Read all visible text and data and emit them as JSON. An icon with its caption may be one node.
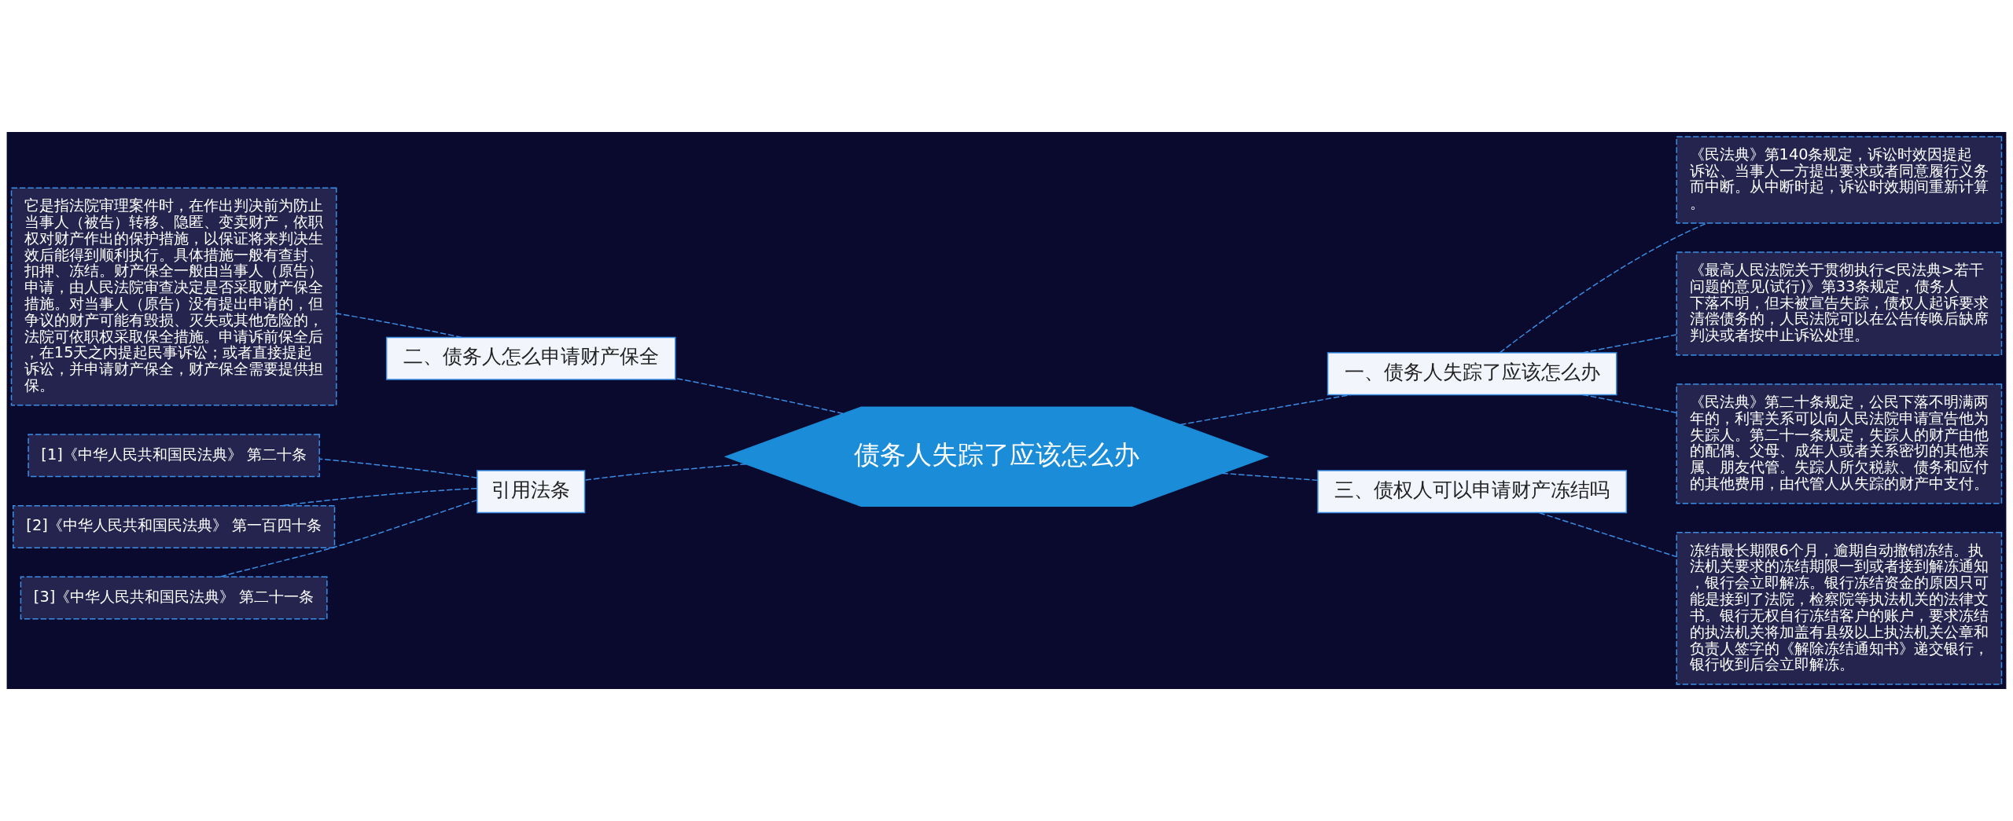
{
  "diagram": {
    "nodes": [
      {
        "text": [
          "债务人失踪了应该怎么办"
        ]
      },
      {
        "text": [
          "一、债务人失踪了应该怎么办"
        ]
      },
      {
        "text": [
          "《民法典》第140条规定，诉讼时效因提起诉讼、当事人一方提出要求或者同意履行义务而中断。从中断时起，诉讼时效期间重新计算。"
        ]
      },
      {
        "text": [
          "《最高人民法院关于贯彻执行<民法典>若干问题的意见(试行)》第33条规定，债务人下落不明，但未被宣告失踪，债权人起诉要求清偿债务的，人民法院可以在公告传唤后缺席判决或者按中止诉讼处理。"
        ]
      },
      {
        "text": [
          "《民法典》第二十条规定，公民下落不明满两年的，利害关系可以向人民法院申请宣告他为失踪人。第二十一条规定，失踪人的财产由他的配偶、父母、成年人或者关系密切的其他亲属、朋友代管。失踪人所欠税款、债务和应付的其他费用，由代管人从失踪的财产中支付。"
        ]
      },
      {
        "text": [
          "三、债权人可以申请财产冻结吗"
        ]
      },
      {
        "text": [
          "冻结最长期限6个月，逾期自动撤销冻结。执法机关要求的冻结期限一到或者接到解冻通知，银行会立即解冻。银行冻结资金的原因只可能是接到了法院，检察院等执法机关的法律文书。银行无权自行冻结客户的账户，要求冻结的执法机关将加盖有县级以上执法机关公章和负责人签字的《解除冻结通知书》递交银行，银行收到后会立即解冻。"
        ]
      },
      {
        "text": [
          "二、债务人怎么申请财产保全"
        ]
      },
      {
        "text": [
          "它是指法院审理案件时，在作出判决前为防止当事人（被告）转移、隐匿、变卖财产，依职权对财产作出的保护措施，以保证将来判决生效后能得到顺利执行。具体措施一般有查封、扣押、冻结。财产保全一般由当事人（原告）申请，由人民法院审查决定是否采取财产保全措施。对当事人（原告）没有提出申请的，但争议的财产可能有毁损、灭失或其他危险的，法院可依职权采取保全措施。申请诉前保全后，在15天之内提起民事诉讼；或者直接提起诉讼，并申请财产保全，财产保全需要提供担保。"
        ]
      },
      {
        "text": [
          "引用法条"
        ]
      },
      {
        "text": [
          "[1]《中华人民共和国民法典》 第二十条"
        ]
      },
      {
        "text": [
          "[2]《中华人民共和国民法典》 第一百四十条"
        ]
      },
      {
        "text": [
          "[3]《中华人民共和国民法典》 第二十一条"
        ]
      }
    ],
    "edges": [
      {
        "from": 0,
        "to": 1,
        "arrow": "none",
        "style": "dashed"
      },
      {
        "from": 1,
        "to": 2,
        "arrow": "none",
        "style": "dashed"
      },
      {
        "from": 1,
        "to": 3,
        "arrow": "none",
        "style": "dashed"
      },
      {
        "from": 1,
        "to": 4,
        "arrow": "none",
        "style": "dashed"
      },
      {
        "from": 0,
        "to": 5,
        "arrow": "none",
        "style": "dashed"
      },
      {
        "from": 5,
        "to": 6,
        "arrow": "none",
        "style": "dashed"
      },
      {
        "from": 0,
        "to": 7,
        "arrow": "none",
        "style": "dashed"
      },
      {
        "from": 7,
        "to": 8,
        "arrow": "none",
        "style": "dashed"
      },
      {
        "from": 0,
        "to": 9,
        "arrow": "none",
        "style": "dashed"
      },
      {
        "from": 9,
        "to": 10,
        "arrow": "none",
        "style": "dashed"
      },
      {
        "from": 9,
        "to": 11,
        "arrow": "none",
        "style": "dashed"
      },
      {
        "from": 9,
        "to": 12,
        "arrow": "none",
        "style": "dashed"
      }
    ]
  }
}
